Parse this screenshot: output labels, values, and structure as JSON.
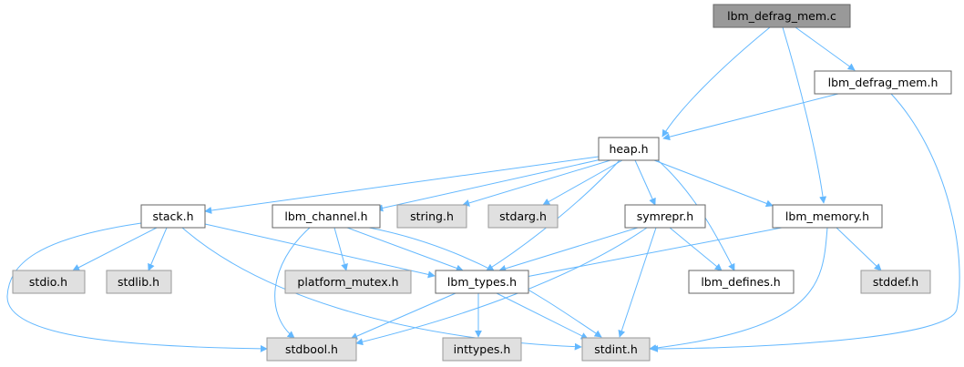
{
  "graph": {
    "colors": {
      "edge": "#63b8ff",
      "root_fill": "#999999",
      "file_fill": "#ffffff",
      "system_fill": "#e0e0e0",
      "border_dark": "#666666",
      "border_system": "#999999"
    },
    "nodes": {
      "lbm_defrag_mem_c": "lbm_defrag_mem.c",
      "lbm_defrag_mem_h": "lbm_defrag_mem.h",
      "heap_h": "heap.h",
      "stack_h": "stack.h",
      "lbm_channel_h": "lbm_channel.h",
      "string_h": "string.h",
      "stdarg_h": "stdarg.h",
      "symrepr_h": "symrepr.h",
      "lbm_memory_h": "lbm_memory.h",
      "stdio_h": "stdio.h",
      "stdlib_h": "stdlib.h",
      "platform_mutex_h": "platform_mutex.h",
      "lbm_types_h": "lbm_types.h",
      "lbm_defines_h": "lbm_defines.h",
      "stddef_h": "stddef.h",
      "stdbool_h": "stdbool.h",
      "inttypes_h": "inttypes.h",
      "stdint_h": "stdint.h"
    }
  }
}
